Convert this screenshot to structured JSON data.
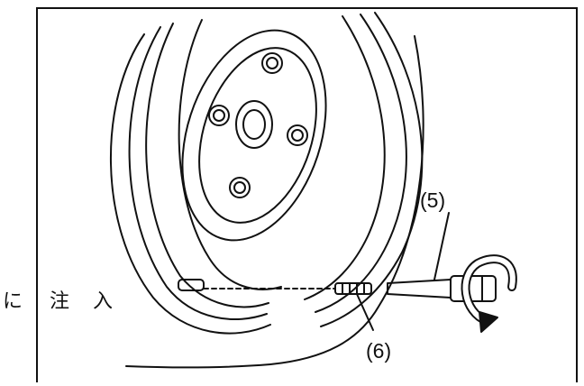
{
  "callouts": {
    "tool_label": "(5)",
    "valve_label": "(6)"
  },
  "side_text": [
    "に",
    "注",
    "入"
  ],
  "colors": {
    "line": "#111111",
    "background": "#ffffff"
  },
  "icons": [
    "rotate-arrow-icon"
  ]
}
